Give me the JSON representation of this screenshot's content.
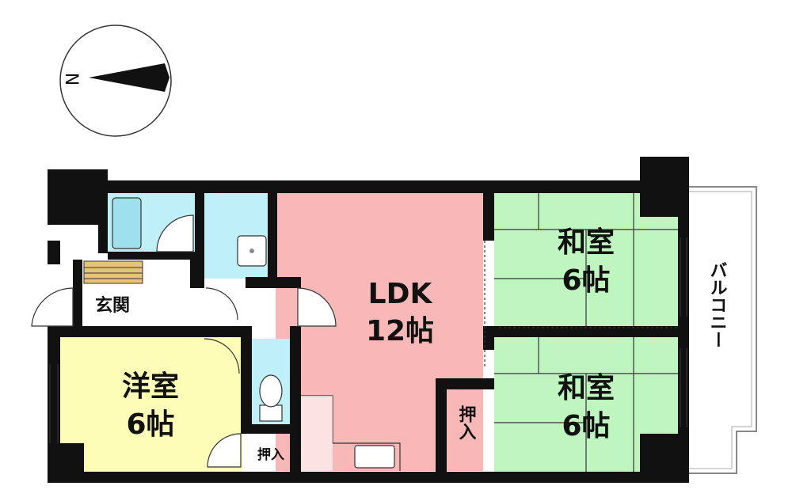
{
  "compass": {
    "north_label": "N"
  },
  "rooms": {
    "ldk": {
      "name": "LDK",
      "size": "12帖",
      "color": "#f8b8b8"
    },
    "washitsu_north": {
      "name": "和室",
      "size": "6帖",
      "color": "#bff5bf"
    },
    "washitsu_south": {
      "name": "和室",
      "size": "6帖",
      "color": "#bff5bf"
    },
    "youshitsu": {
      "name": "洋室",
      "size": "6帖",
      "color": "#fdfdb8"
    },
    "genkan": {
      "name": "玄関"
    },
    "oshiire_ldk": {
      "name": "押入"
    },
    "oshiire_small": {
      "name": "押入"
    }
  },
  "balcony": {
    "name": "バルコニー"
  },
  "colors": {
    "wet_area": "#bff0f8",
    "wall": "#111111"
  }
}
